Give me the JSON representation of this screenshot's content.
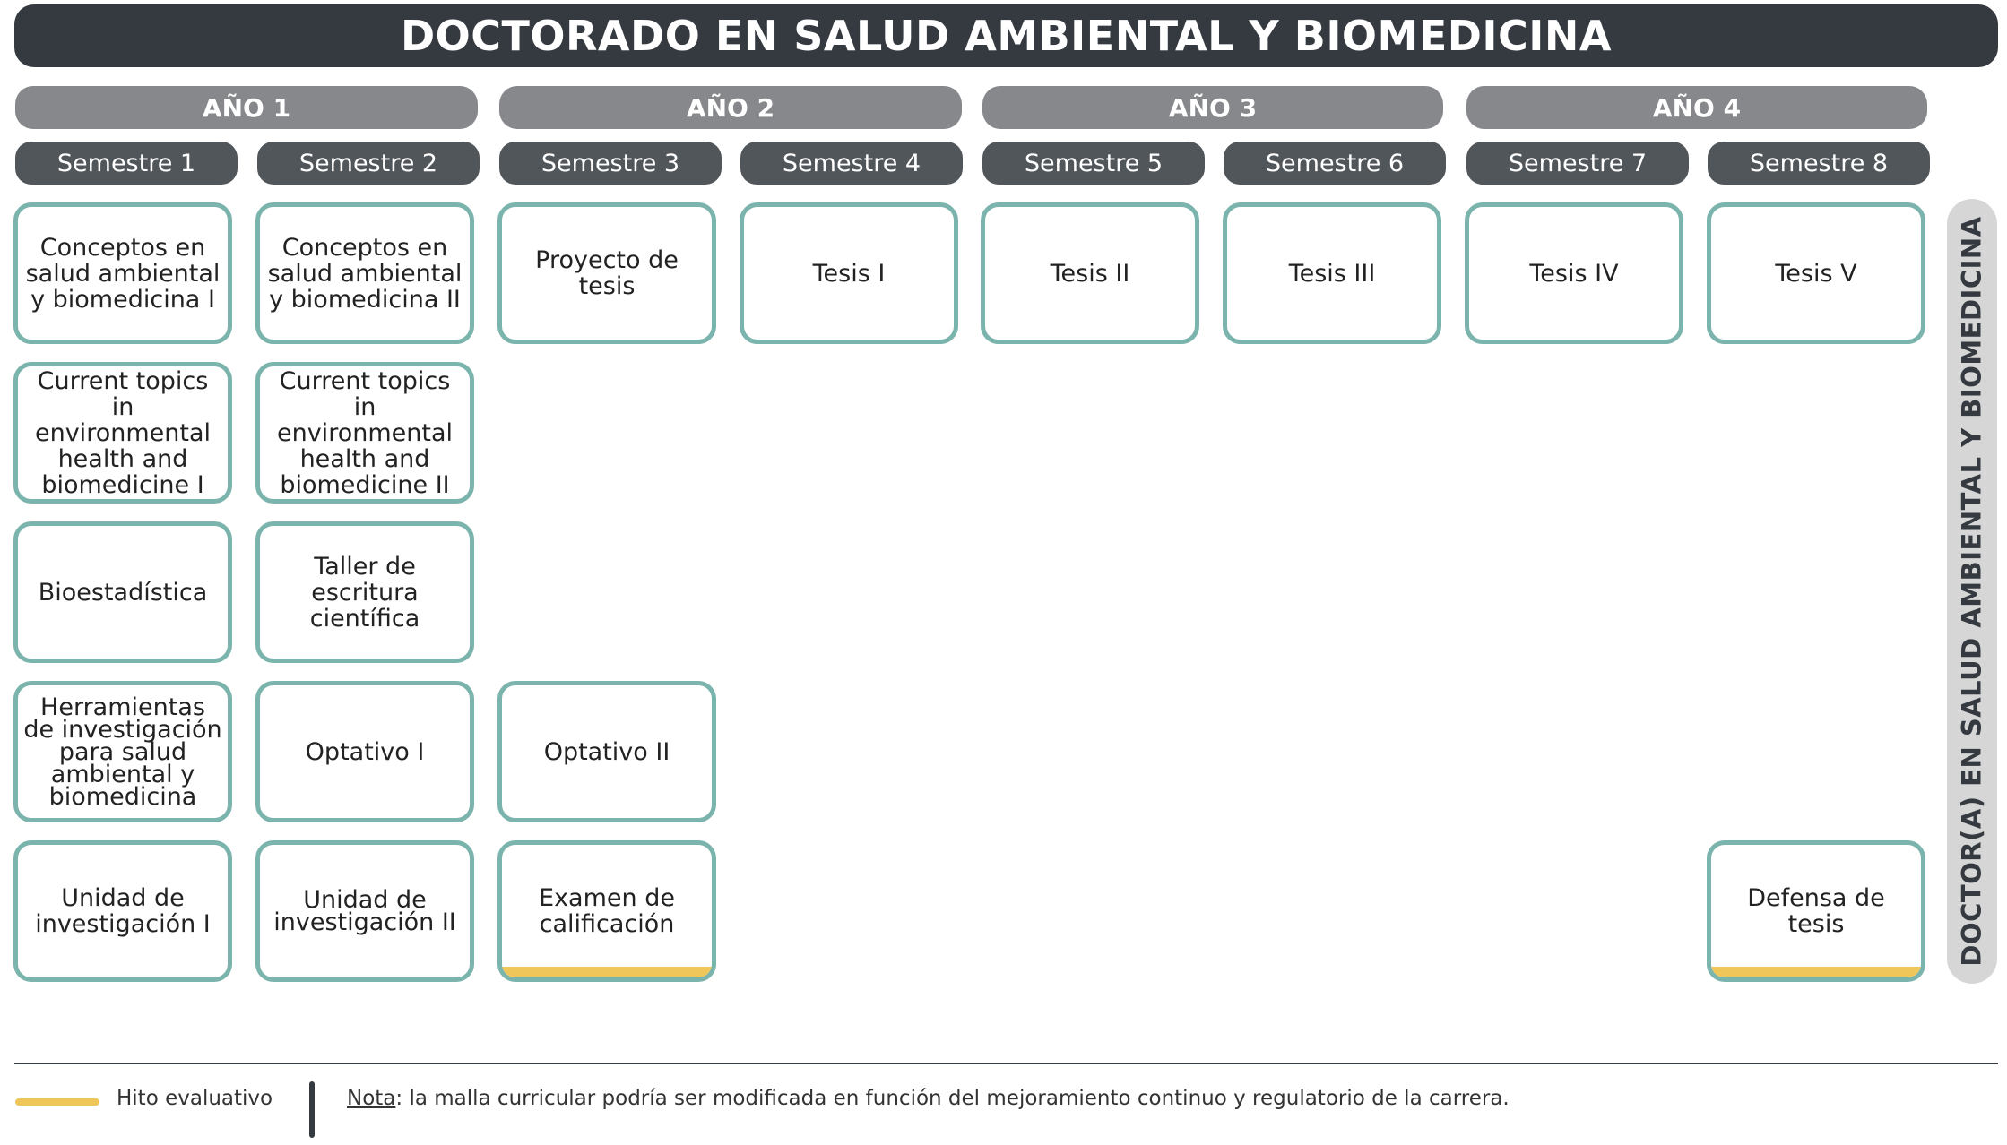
{
  "title": "DOCTORADO EN SALUD AMBIENTAL Y BIOMEDICINA",
  "years": [
    {
      "label": "AÑO 1"
    },
    {
      "label": "AÑO 2"
    },
    {
      "label": "AÑO 3"
    },
    {
      "label": "AÑO 4"
    }
  ],
  "semesters": [
    {
      "label": "Semestre 1"
    },
    {
      "label": "Semestre 2"
    },
    {
      "label": "Semestre 3"
    },
    {
      "label": "Semestre 4"
    },
    {
      "label": "Semestre 5"
    },
    {
      "label": "Semestre 6"
    },
    {
      "label": "Semestre 7"
    },
    {
      "label": "Semestre 8"
    }
  ],
  "courses": {
    "s1": [
      {
        "label": "Conceptos en salud ambiental y biomedicina I"
      },
      {
        "label": "Current topics in environmental health and biomedicine I"
      },
      {
        "label": "Bioestadística"
      },
      {
        "label": "Herramientas de investigación para salud ambiental y biomedicina"
      },
      {
        "label": "Unidad de investigación I"
      }
    ],
    "s2": [
      {
        "label": "Conceptos en salud ambiental y biomedicina II"
      },
      {
        "label": "Current topics in environmental health and biomedicine II"
      },
      {
        "label": "Taller de escritura científica"
      },
      {
        "label": "Optativo I"
      },
      {
        "label": "Unidad de investigación II"
      }
    ],
    "s3": [
      {
        "label": "Proyecto de tesis"
      },
      {
        "label": "Optativo II"
      },
      {
        "label": "Examen de calificación",
        "milestone": true
      }
    ],
    "s4": [
      {
        "label": "Tesis I"
      }
    ],
    "s5": [
      {
        "label": "Tesis II"
      }
    ],
    "s6": [
      {
        "label": "Tesis III"
      }
    ],
    "s7": [
      {
        "label": "Tesis IV"
      }
    ],
    "s8": [
      {
        "label": "Tesis V"
      },
      {
        "label": "Defensa de tesis",
        "milestone": true
      }
    ]
  },
  "degree_banner": "DOCTOR(A) EN SALUD AMBIENTAL Y BIOMEDICINA",
  "legend": {
    "milestone_label": "Hito evaluativo",
    "milestone_color": "#efc65a"
  },
  "note": {
    "label": "Nota",
    "text": ": la malla curricular podría ser modificada en función del mejoramiento continuo y regulatorio de la carrera."
  },
  "colors": {
    "title_bg": "#343a40",
    "year_bg": "#86888b",
    "semester_bg": "#51565b",
    "course_border": "#7bb4ad",
    "banner_bg": "#d6d6d6"
  }
}
